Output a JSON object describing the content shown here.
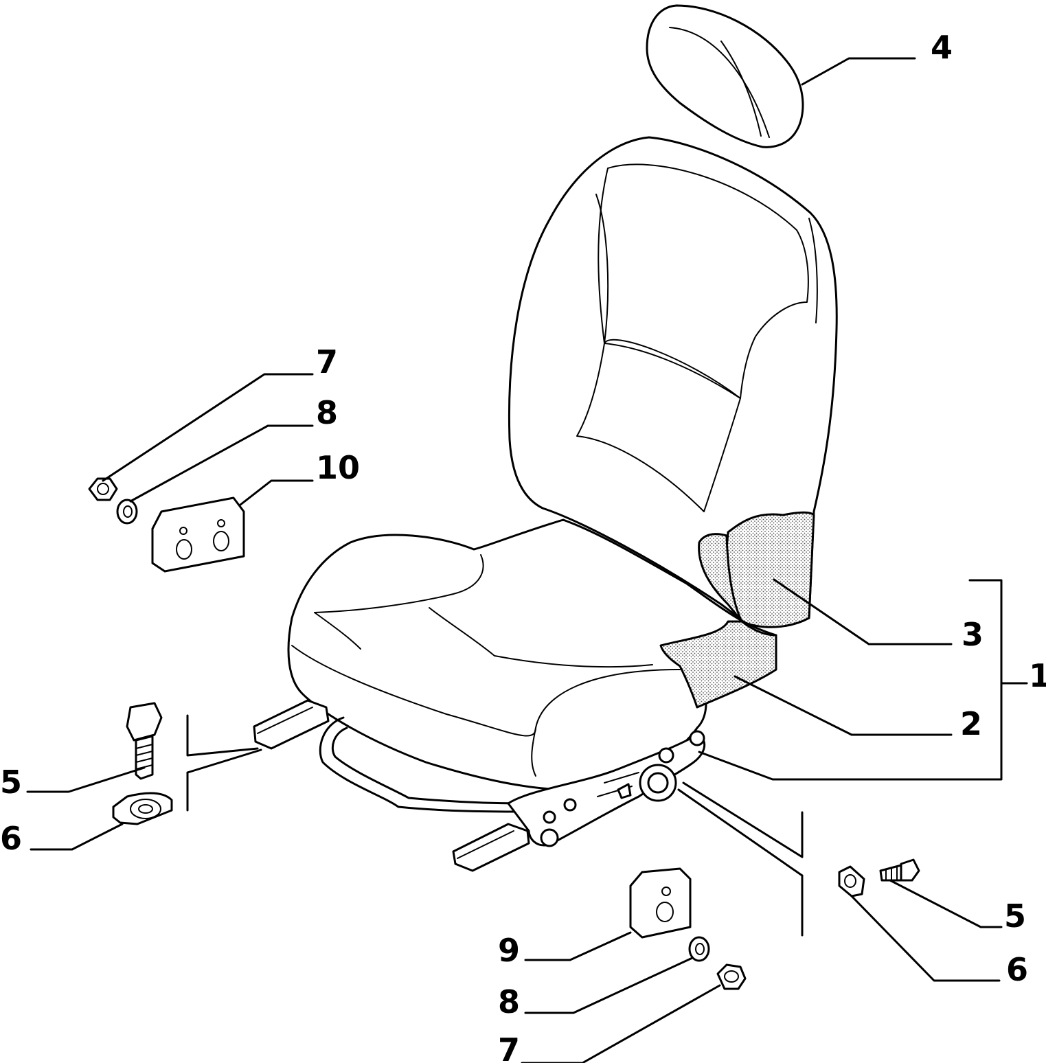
{
  "diagram": {
    "callouts": {
      "c1": "1",
      "c2": "2",
      "c3": "3",
      "c4": "4",
      "c5_left": "5",
      "c6_left": "6",
      "c7_top": "7",
      "c8_top": "8",
      "c10": "10",
      "c5_right": "5",
      "c6_right": "6",
      "c9": "9",
      "c8_bottom": "8",
      "c7_bottom": "7"
    },
    "colors": {
      "line": "#000000",
      "background": "#ffffff",
      "stipple": "#555555"
    }
  }
}
